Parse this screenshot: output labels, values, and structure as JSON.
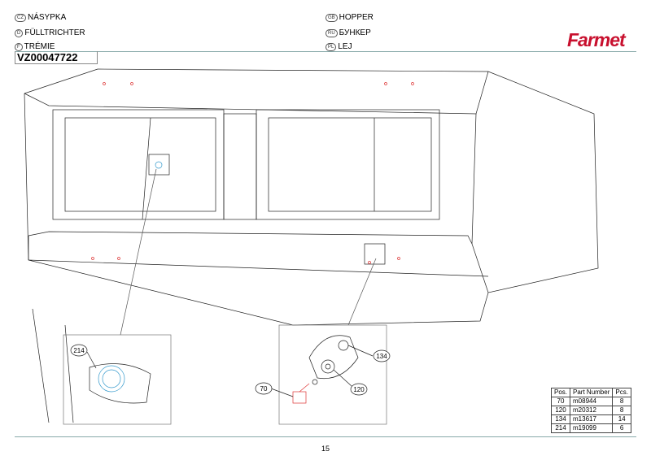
{
  "header": {
    "titles": [
      {
        "lang": "CZ",
        "text": "NÁSYPKA"
      },
      {
        "lang": "D",
        "text": "FÜLLTRICHTER"
      },
      {
        "lang": "F",
        "text": "TRÉMIE"
      },
      {
        "lang": "GB",
        "text": "HOPPER"
      },
      {
        "lang": "RU",
        "text": "БУНКЕР"
      },
      {
        "lang": "PL",
        "text": "LEJ"
      }
    ],
    "code": "VZ00047722",
    "logo": "Farmet"
  },
  "callouts": [
    "214",
    "70",
    "134",
    "120"
  ],
  "parts_table": {
    "headers": [
      "Pos.",
      "Part Number",
      "Pcs."
    ],
    "rows": [
      [
        "70",
        "m08944",
        "8"
      ],
      [
        "120",
        "m20312",
        "8"
      ],
      [
        "134",
        "m13617",
        "14"
      ],
      [
        "214",
        "m19099",
        "6"
      ]
    ]
  },
  "page_number": "15",
  "colors": {
    "brand": "#c8102e",
    "line": "#88aaaa"
  }
}
